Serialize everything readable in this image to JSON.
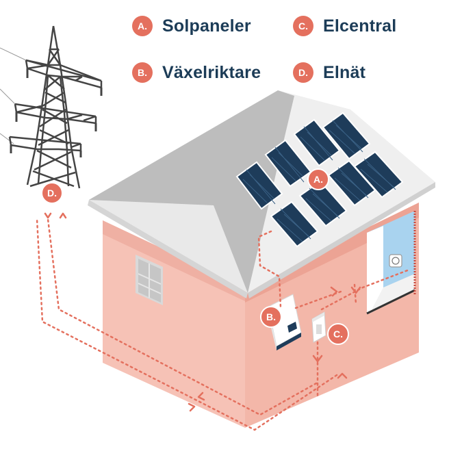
{
  "legend": [
    {
      "badge": "A.",
      "label": "Solpaneler"
    },
    {
      "badge": "C.",
      "label": "Elcentral"
    },
    {
      "badge": "B.",
      "label": "Växelriktare"
    },
    {
      "badge": "D.",
      "label": "Elnät"
    }
  ],
  "markers": {
    "solar_panels": "A.",
    "inverter": "B.",
    "electrical_panel": "C.",
    "power_grid": "D."
  },
  "colors": {
    "accent": "#e4705e",
    "text": "#1c3c57",
    "wall_front": "#f6c2b6",
    "wall_side": "#f0aea1",
    "roof_top": "#e6e6e6",
    "roof_side": "#bdbdbd",
    "panel": "#1e3c5a",
    "garage_interior": "#a9d3ef"
  }
}
